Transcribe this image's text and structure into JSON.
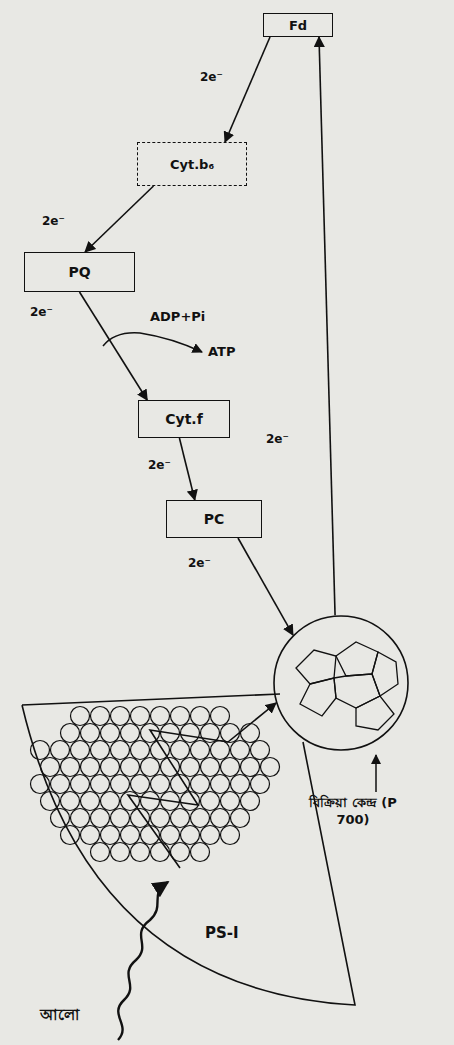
{
  "diagram": {
    "nodes": [
      {
        "text": [
          "Fd"
        ]
      },
      {
        "text": [
          "Cyt.b₆"
        ]
      },
      {
        "text": [
          "PQ"
        ]
      },
      {
        "text": [
          "Cyt.f"
        ]
      },
      {
        "text": [
          "PC"
        ]
      },
      {
        "text": [
          "বিক্রিয়া কেন্দ্র (P 700)"
        ]
      },
      {
        "text": [
          "PS-I"
        ]
      }
    ],
    "edges": [
      {
        "from": 0,
        "to": 1,
        "label": "2e⁻",
        "arrow": "to"
      },
      {
        "from": 1,
        "to": 2,
        "label": "2e⁻",
        "arrow": "to"
      },
      {
        "from": 2,
        "to": 3,
        "label": "2e⁻",
        "arrow": "to"
      },
      {
        "from": 3,
        "to": 4,
        "label": "2e⁻",
        "arrow": "to"
      },
      {
        "from": 4,
        "to": 5,
        "label": "2e⁻",
        "arrow": "to"
      },
      {
        "from": 5,
        "to": 0,
        "label": "2e⁻",
        "arrow": "to"
      }
    ],
    "labels": [
      "ADP+Pi",
      "ATP",
      "আলো"
    ]
  }
}
